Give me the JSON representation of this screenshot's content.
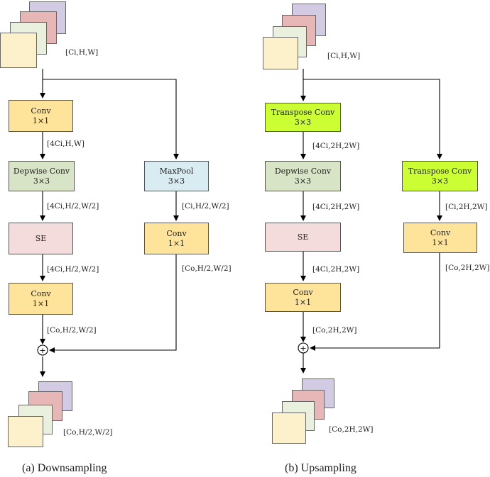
{
  "colors": {
    "conv": "#fde49a",
    "dwconv": "#d8e4c6",
    "se": "#f4dcdc",
    "maxpool": "#d9ecf2",
    "tconv": "#ccff33",
    "sheet_purple": "#d3cbe4",
    "sheet_pink": "#e7b7b7",
    "sheet_green": "#e9f0de",
    "sheet_yellow": "#fdf1cc",
    "line": "#000000"
  },
  "down": {
    "input_label": "[Ci,H,W]",
    "conv1": {
      "title": "Conv",
      "kernel": "1×1"
    },
    "label1": "[4Ci,H,W]",
    "dwconv": {
      "title": "Depwise Conv",
      "kernel": "3×3"
    },
    "label2": "[4Ci,H/2,W/2]",
    "se": {
      "title": "SE"
    },
    "label3": "[4Ci,H/2,W/2]",
    "conv2": {
      "title": "Conv",
      "kernel": "1×1"
    },
    "label4": "[Co,H/2,W/2]",
    "maxpool": {
      "title": "MaxPool",
      "kernel": "3×3"
    },
    "label_r1": "[Ci,H/2,W/2]",
    "conv_r": {
      "title": "Conv",
      "kernel": "1×1"
    },
    "label_r2": "[Co,H/2,W/2]",
    "output_label": "[Co,H/2,W/2]",
    "caption": "(a) Downsampling"
  },
  "up": {
    "input_label": "[Ci,H,W]",
    "tconv1": {
      "title": "Transpose Conv",
      "kernel": "3×3"
    },
    "label1": "[4Ci,2H,2W]",
    "dwconv": {
      "title": "Depwise Conv",
      "kernel": "3×3"
    },
    "label2": "[4Ci,2H,2W]",
    "se": {
      "title": "SE"
    },
    "label3": "[4Ci,2H,2W]",
    "conv2": {
      "title": "Conv",
      "kernel": "1×1"
    },
    "label4": "[Co,2H,2W]",
    "tconv_r": {
      "title": "Transpose Conv",
      "kernel": "3×3"
    },
    "label_r1": "[Ci,2H,2W]",
    "conv_r": {
      "title": "Conv",
      "kernel": "1×1"
    },
    "label_r2": "[Co,2H,2W]",
    "output_label": "[Co,2H,2W]",
    "caption": "(b) Upsampling"
  },
  "adder_symbol": "+"
}
